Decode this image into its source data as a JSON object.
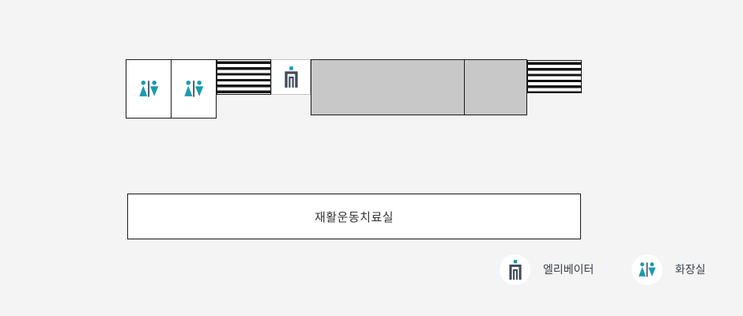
{
  "colors": {
    "bg": "#f4f4f4",
    "teal": "#1b9aaf",
    "slate": "#424b5a",
    "line": "#1a1a1a",
    "grayfill": "#c8c8c8",
    "white": "#ffffff",
    "text": "#333333",
    "legendtext": "#394150",
    "elv-border": "#c5c5c5"
  },
  "icons": {
    "restroom": "restroom-icon (teal female figure + slate divider bar + teal male figure)",
    "elevator": "elevator-icon (slate double pi door frame with teal square lamp)",
    "stairs": "stairs-stripes (horizontal black bars)"
  },
  "floor_map": {
    "main_room": {
      "label": "재활운동치료실"
    },
    "restroom_rooms": 2,
    "gray_rooms": 2,
    "stairs_areas": 2,
    "elevator_rooms": 1
  },
  "legend": {
    "elevator": {
      "label": "엘리베이터"
    },
    "restroom": {
      "label": "화장실"
    }
  }
}
